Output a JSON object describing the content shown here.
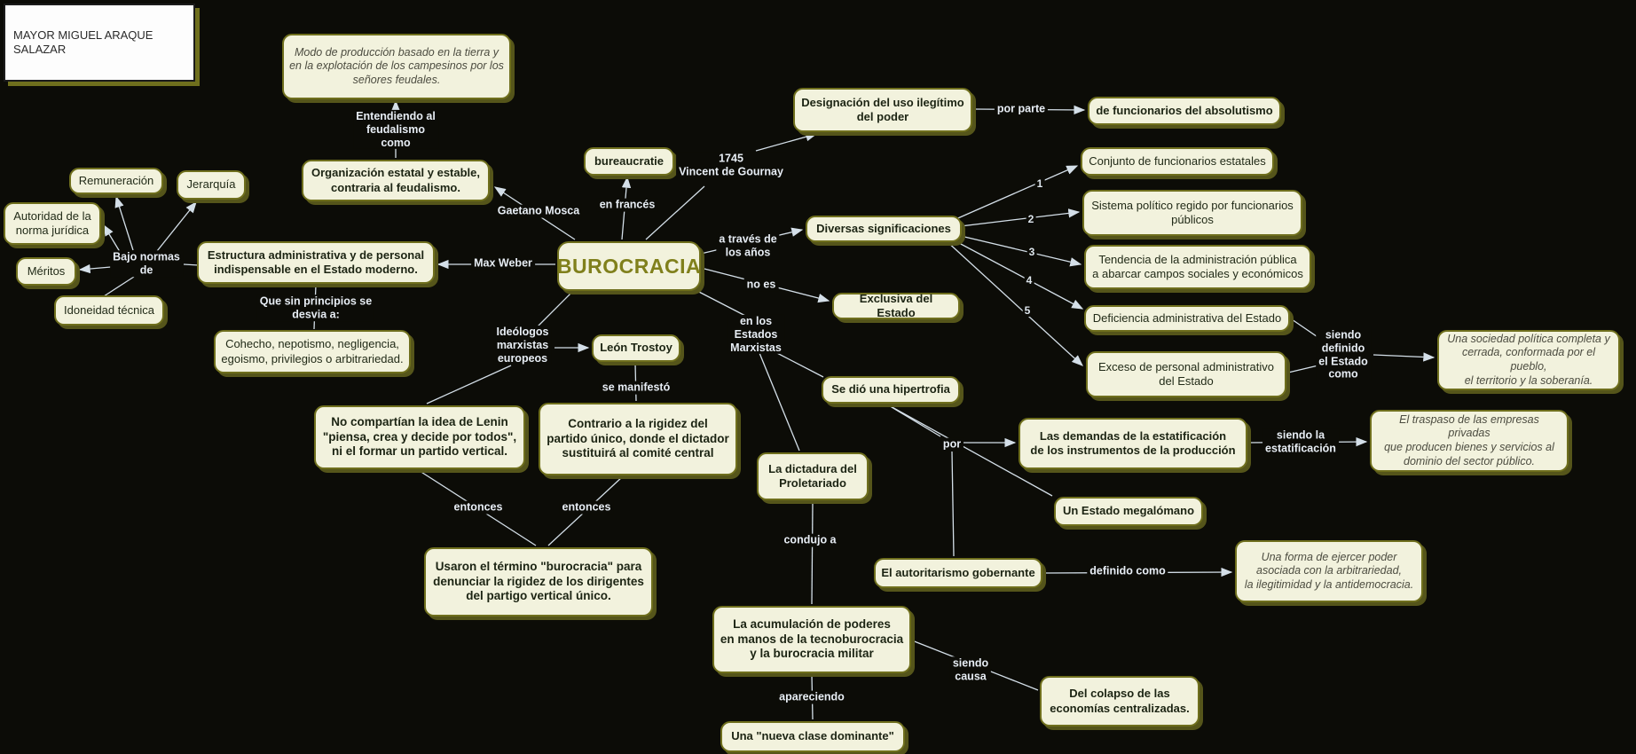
{
  "colors": {
    "background": "#0c0c07",
    "node_fill": "#f2f2dd",
    "node_border": "#6f6f1d",
    "node_shadow": "#55551a",
    "line": "#d4dfe8",
    "main_title_text": "#80801c",
    "author_box_fill": "#ffffff"
  },
  "author_box": "MAYOR MIGUEL ARAQUE SALAZAR",
  "main_concept": "BUROCRACIA",
  "nodes": {
    "modo": "Modo de producción basado en la tierra y\nen la explotación de los campesinos por los\nseñores feudales.",
    "organizacion": "Organización estatal y estable,\ncontraria al feudalismo.",
    "bureaucratie": "bureaucratie",
    "designacion": "Designación del uso ilegítimo\ndel poder",
    "absolutismo": "de funcionarios del absolutismo",
    "diversas": "Diversas significaciones",
    "conjunto": "Conjunto de funcionarios estatales",
    "sistema": "Sistema político regido por funcionarios\npúblicos",
    "tendencia": "Tendencia de la administración pública\na abarcar campos sociales y económicos",
    "deficiencia": "Deficiencia administrativa del Estado",
    "exceso": "Exceso de personal administrativo\ndel Estado",
    "sociedad": "Una sociedad política completa y\ncerrada, conformada por el pueblo,\nel territorio y la soberanía.",
    "exclusiva": "Exclusiva del Estado",
    "estructura": "Estructura administrativa y de personal\nindispensable en el Estado moderno.",
    "remuneracion": "Remuneración",
    "jerarquia": "Jerarquía",
    "autoridad": "Autoridad de la\nnorma jurídica",
    "meritos": "Méritos",
    "idoneidad": "Idoneidad técnica",
    "cohecho": "Cohecho, nepotismo, negligencia,\negoismo, privilegios o arbitrariedad.",
    "leon": "León Trostoy",
    "se_dio": "Se dió una hipertrofia",
    "no_compartian": "No compartían la idea de Lenin\n\"piensa, crea y decide por todos\",\nni el formar un partido vertical.",
    "contrario": "Contrario a la rigidez del\npartido único, donde el dictador\nsustituirá al comité central",
    "dictadura": "La dictadura del\nProletariado",
    "demandas": "Las demandas de la estatificación\nde los instrumentos de la producción",
    "traspaso": "El traspaso de las empresas privadas\nque producen bienes y servicios al\ndominio del sector público.",
    "un_estado": "Un Estado megalómano",
    "usaron": "Usaron el término \"burocracia\" para\ndenunciar la rigidez de los dirigentes\ndel partigo vertical único.",
    "autoritarismo": "El autoritarismo gobernante",
    "una_forma": "Una forma de  ejercer poder\nasociada con la arbitrariedad,\nla ilegitimidad y la antidemocracia.",
    "acumulacion": "La acumulación de poderes\nen manos de la tecnoburocracia\ny la burocracia militar",
    "colapso": "Del colapso de las\neconomías centralizadas.",
    "nueva_clase": "Una \"nueva clase dominante\""
  },
  "labels": {
    "entendiendo": "Entendiendo al\nfeudalismo\ncomo",
    "l1745": "1745\nVincent de Gournay",
    "gaetano": "Gaetano Mosca",
    "en_frances": "en francés",
    "max_weber": "Max Weber",
    "bajo_normas": "Bajo normas\nde",
    "que_sin": "Que sin principios se\ndesvia a:",
    "por_parte": "por parte",
    "a_traves": "a través de\nlos años",
    "no_es": "no es",
    "en_los_estados": "en los\nEstados\nMarxistas",
    "ideologos": "Ideólogos\nmarxistas\neuropeos",
    "se_manifesto": "se manifestó",
    "entonces": "entonces",
    "por": "por",
    "siendo_estatificacion": "siendo la\nestatificación",
    "siendo_definido": "siendo\ndefinido\nel Estado\ncomo",
    "condujo": "condujo a",
    "definido_como": "definido como",
    "siendo_causa": "siendo\ncausa",
    "apareciendo": "apareciendo"
  },
  "numbers": [
    "1",
    "2",
    "3",
    "4",
    "5"
  ]
}
